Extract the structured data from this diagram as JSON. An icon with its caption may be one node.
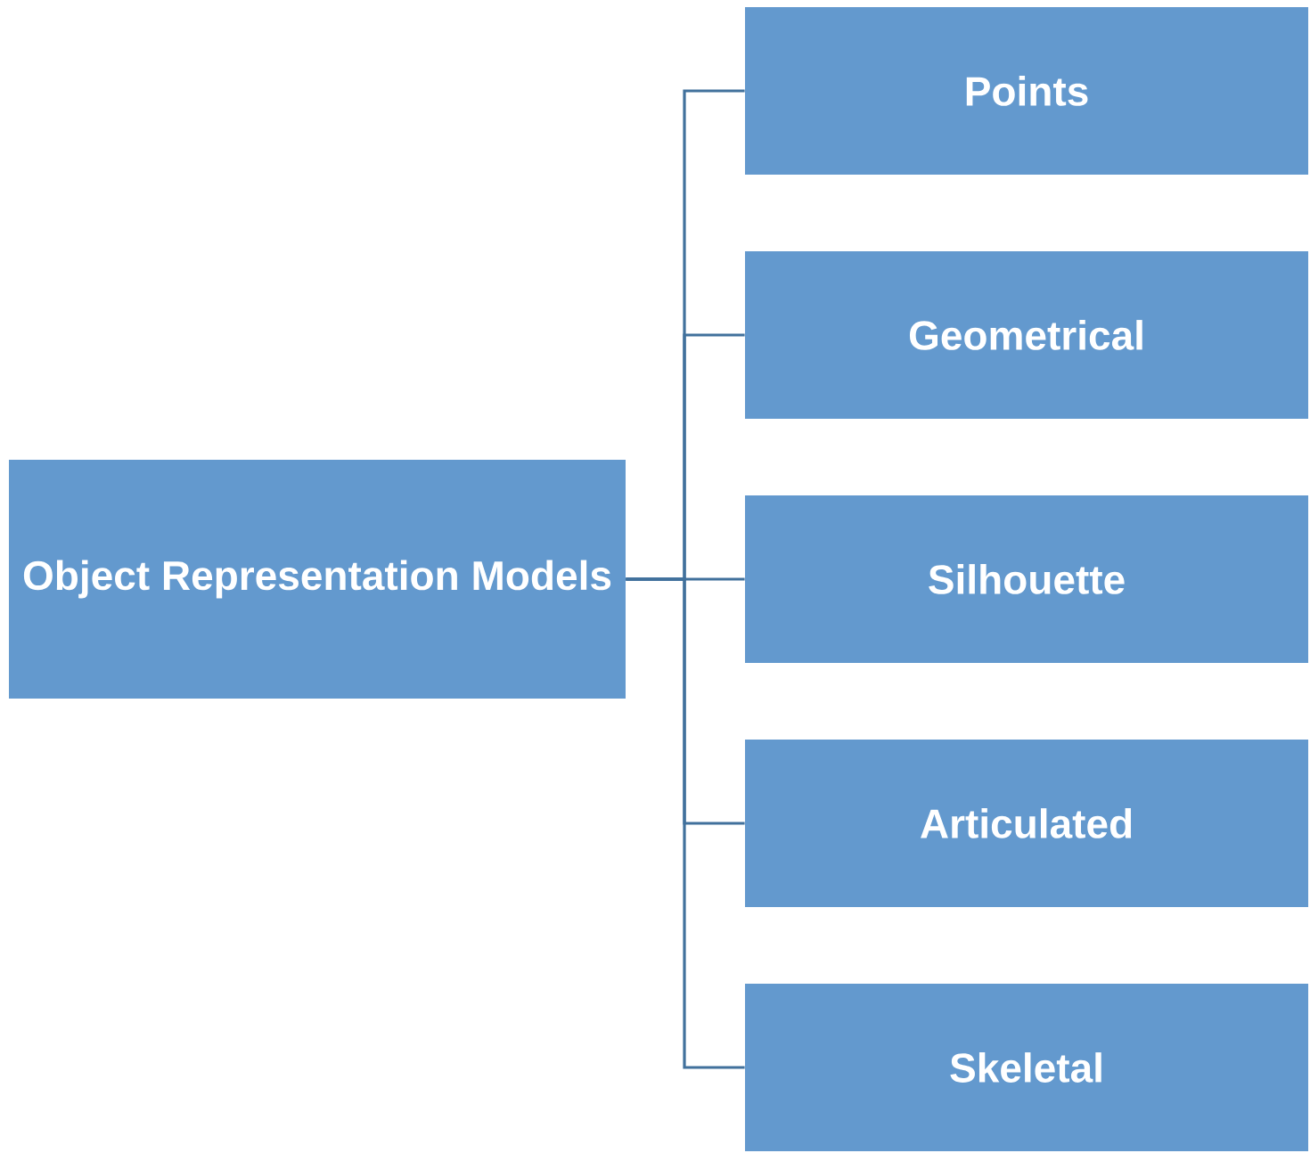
{
  "diagram": {
    "nodes": [
      {
        "text": [
          "Object Representation Models"
        ]
      },
      {
        "text": [
          "Points"
        ]
      },
      {
        "text": [
          "Geometrical"
        ]
      },
      {
        "text": [
          "Silhouette"
        ]
      },
      {
        "text": [
          "Articulated"
        ]
      },
      {
        "text": [
          "Skeletal"
        ]
      }
    ],
    "edges": [
      {
        "from": 0,
        "to": 1,
        "arrow": "none"
      },
      {
        "from": 0,
        "to": 2,
        "arrow": "none"
      },
      {
        "from": 0,
        "to": 3,
        "arrow": "none"
      },
      {
        "from": 0,
        "to": 4,
        "arrow": "none"
      },
      {
        "from": 0,
        "to": 5,
        "arrow": "none"
      }
    ]
  }
}
